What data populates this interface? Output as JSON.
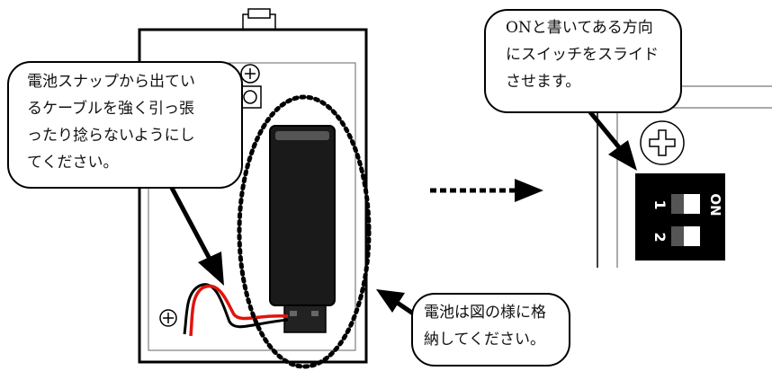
{
  "callouts": {
    "cable_warning": {
      "lines": [
        "電池スナップから出てい",
        "るケーブルを強く引っ張",
        "ったり捻らないようにし",
        "てください。"
      ]
    },
    "switch_instruction": {
      "lines": [
        "ONと書いてある方向",
        "にスイッチをスライド",
        "させます。"
      ]
    },
    "battery_instruction": {
      "lines": [
        "電池は図の様に格",
        "納してください。"
      ]
    }
  },
  "dip_switch": {
    "on_label": "ON",
    "switch_numbers": [
      "1",
      "2"
    ]
  },
  "colors": {
    "outline": "#000000",
    "battery": "#1a1a1a",
    "wire_red": "#e0140c",
    "wire_black": "#000000",
    "switch_body": "#000000",
    "switch_slider": "#ffffff"
  }
}
